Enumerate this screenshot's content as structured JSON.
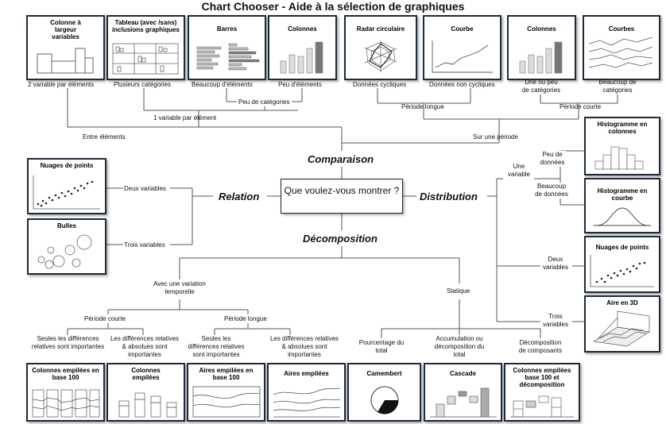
{
  "title": "Chart Chooser  - Aide à la sélection de graphiques",
  "center_question": "Que voulez-vous montrer ?",
  "categories": {
    "comparison": "Comparaison",
    "relation": "Relation",
    "distribution": "Distribution",
    "decomposition": "Décomposition"
  },
  "top_boxes": [
    {
      "title": "Colonne à largeur variables",
      "icon": "variable-width-column-chart-icon"
    },
    {
      "title": "Tableau (avec /sans) inclusions graphiques",
      "icon": "table-with-charts-icon"
    },
    {
      "title": "Barres",
      "icon": "bar-chart-icon"
    },
    {
      "title": "Colonnes",
      "icon": "column-chart-icon"
    },
    {
      "title": "Radar circulaire",
      "icon": "radar-chart-icon"
    },
    {
      "title": "Courbe",
      "icon": "line-chart-icon"
    },
    {
      "title": "Colonnes",
      "icon": "column-chart-icon"
    },
    {
      "title": "Courbes",
      "icon": "multi-line-chart-icon"
    }
  ],
  "comparison_labels": {
    "two_var": "2 variable par éléments",
    "many_cat": "Plusieurs catégories",
    "many_items": "Beaucoup d'éléments",
    "few_items": "Peu d'éléments",
    "cyclic": "Données cycliques",
    "non_cyclic": "Données non cycliques",
    "few_cat": "Une ou peu de catégories",
    "many_categories": "Beaucoup de catégories",
    "peu_cat": "Peu de catégories",
    "one_var": "1 variable par élément",
    "long_period": "Période longue",
    "short_period": "Période courte",
    "between": "Entre éléments",
    "over_time": "Sur une période"
  },
  "relation": {
    "boxes": [
      {
        "title": "Nuages de points",
        "icon": "scatter-plot-icon"
      },
      {
        "title": "Bulles",
        "icon": "bubble-chart-icon"
      }
    ],
    "two_vars": "Deux variables",
    "three_vars": "Trois variables"
  },
  "distribution": {
    "boxes": [
      {
        "title": "Histogramme en colonnes",
        "icon": "column-histogram-icon"
      },
      {
        "title": "Histogramme en courbe",
        "icon": "curve-histogram-icon"
      },
      {
        "title": "Nuages de points",
        "icon": "scatter-plot-icon"
      },
      {
        "title": "Aire en 3D",
        "icon": "3d-area-chart-icon"
      }
    ],
    "one_var": "Une variable",
    "few_data": "Peu de données",
    "many_data": "Beaucoup de données",
    "two_vars": "Deux variables",
    "three_vars": "Trois variables"
  },
  "decomposition": {
    "with_time": "Avec une variation temporelle",
    "static": "Statique",
    "short_period": "Période courte",
    "long_period": "Période longue",
    "rel_only_1": "Seules les différences relatives sont importantes",
    "rel_abs_1": "Les différences relatives & absolues sont importantes",
    "rel_only_2": "Seules les différences relatives sont importantes",
    "rel_abs_2": "Les différences relatives & absolues sont importantes",
    "pct_total": "Pourcentage du total",
    "accumulation": "Accumulation ou décomposition du total",
    "components": "Décomposition de composants",
    "boxes": [
      {
        "title": "Colonnes empilées en base 100",
        "icon": "stacked-100-column-icon"
      },
      {
        "title": "Colonnes empilées",
        "icon": "stacked-column-icon"
      },
      {
        "title": "Aires empilées en base 100",
        "icon": "stacked-100-area-icon"
      },
      {
        "title": "Aires empilées",
        "icon": "stacked-area-icon"
      },
      {
        "title": "Camembert",
        "icon": "pie-chart-icon"
      },
      {
        "title": "Cascade",
        "icon": "waterfall-chart-icon"
      },
      {
        "title": "Colonnes empilées base 100 et décomposition",
        "icon": "stacked-100-waterfall-icon"
      }
    ]
  }
}
